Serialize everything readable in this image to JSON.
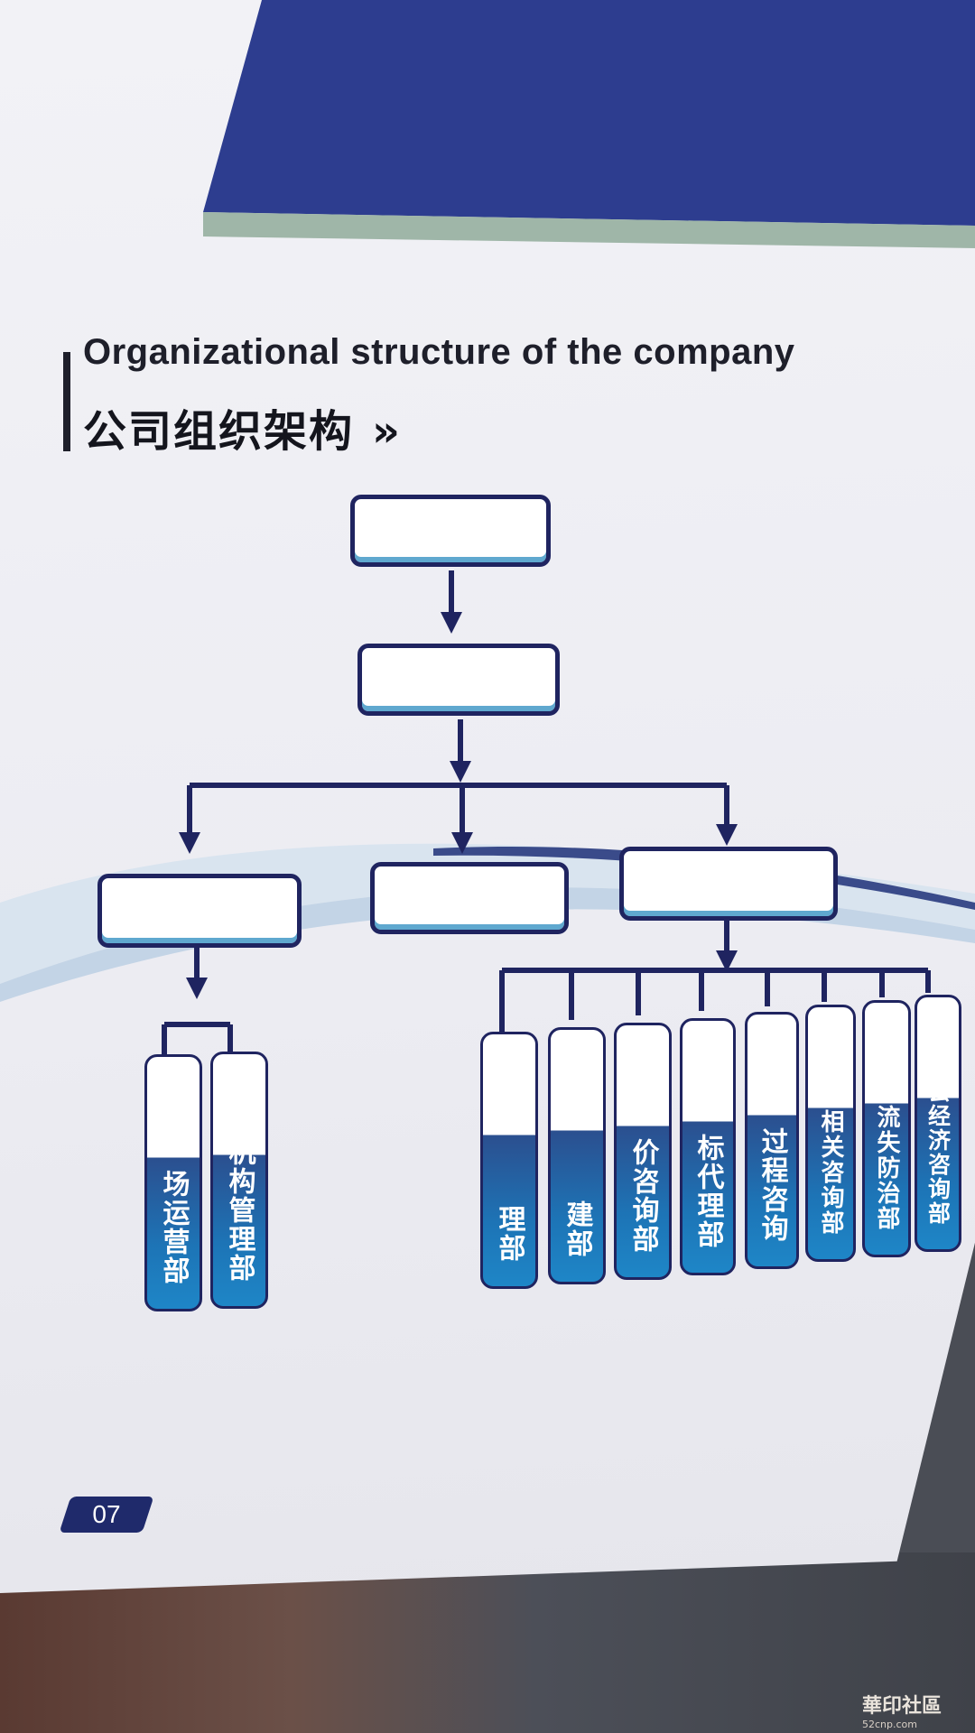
{
  "header": {
    "title_en": "Organizational structure of the company",
    "title_zh": "公司组织架构",
    "arrows": "»"
  },
  "org_chart": {
    "left_departments": [
      {
        "label": "场运营部"
      },
      {
        "label": "文机构管理部"
      }
    ],
    "right_departments": [
      {
        "label": "理部"
      },
      {
        "label": "建部"
      },
      {
        "label": "价咨询部"
      },
      {
        "label": "标代理部"
      },
      {
        "label": "过程咨询"
      },
      {
        "label": "利相关咨询部"
      },
      {
        "label": "土流失防治部"
      },
      {
        "label": "会经济咨询部"
      }
    ]
  },
  "footer": {
    "page_number": "07",
    "watermark": "華印社區",
    "watermark_url": "52cnp.com"
  },
  "colors": {
    "navy": "#1f2460",
    "accent_blue": "#1e86c7",
    "light_blue": "#5fa8cf",
    "header_band": "#2d3d8f"
  }
}
